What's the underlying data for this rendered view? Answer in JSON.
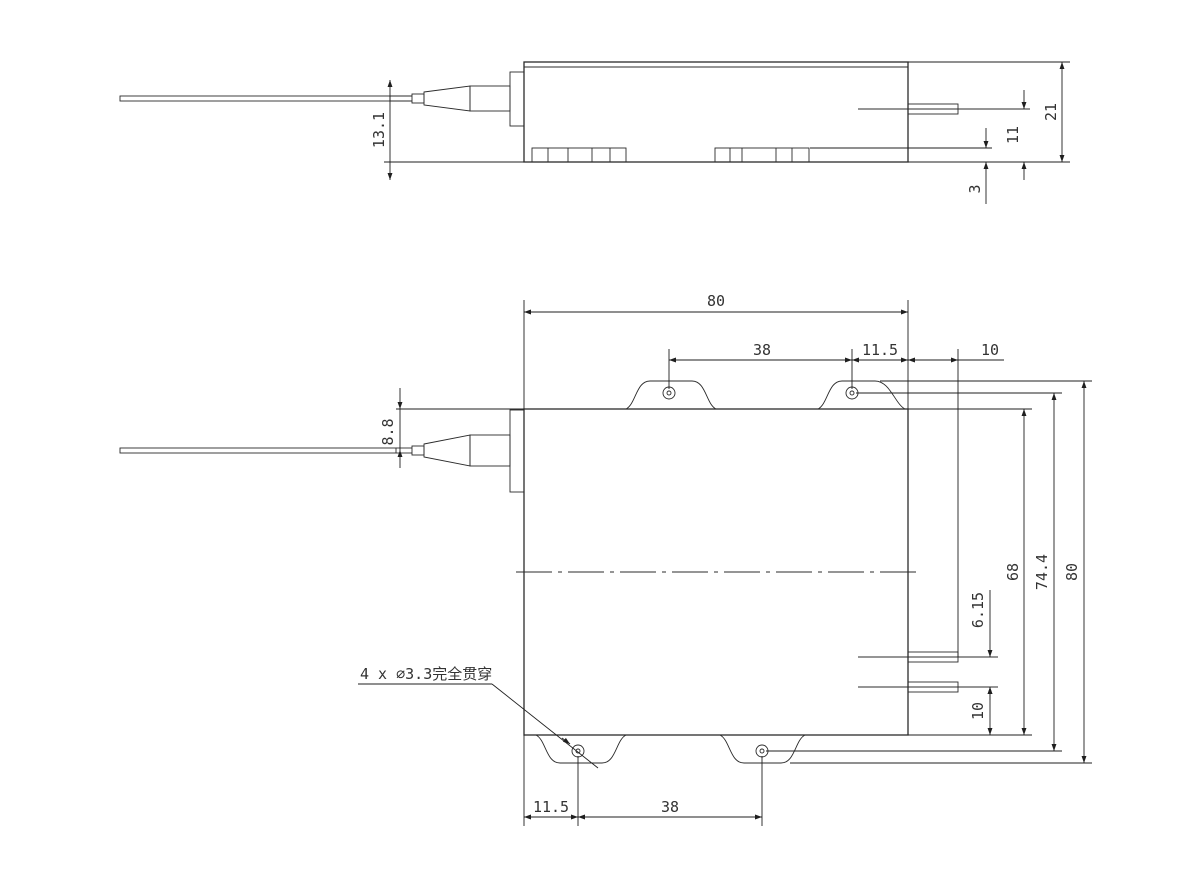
{
  "side_view": {
    "dims": {
      "fiber_height": "13.1",
      "overall_height": "21",
      "pin_height": "11",
      "base_offset": "3"
    }
  },
  "top_view": {
    "dims": {
      "overall_width": "80",
      "hole_spacing_top": "38",
      "hole_offset_top": "11.5",
      "pin_clearance": "10",
      "fiber_offset": "8.8",
      "body_height": "68",
      "hole_span": "74.4",
      "overall_height": "80",
      "pin_pitch": "6.15",
      "pin_base": "10",
      "hole_offset_bottom": "11.5",
      "hole_spacing_bottom": "38"
    },
    "hole_note": "4 x ∅3.3完全贯穿"
  }
}
